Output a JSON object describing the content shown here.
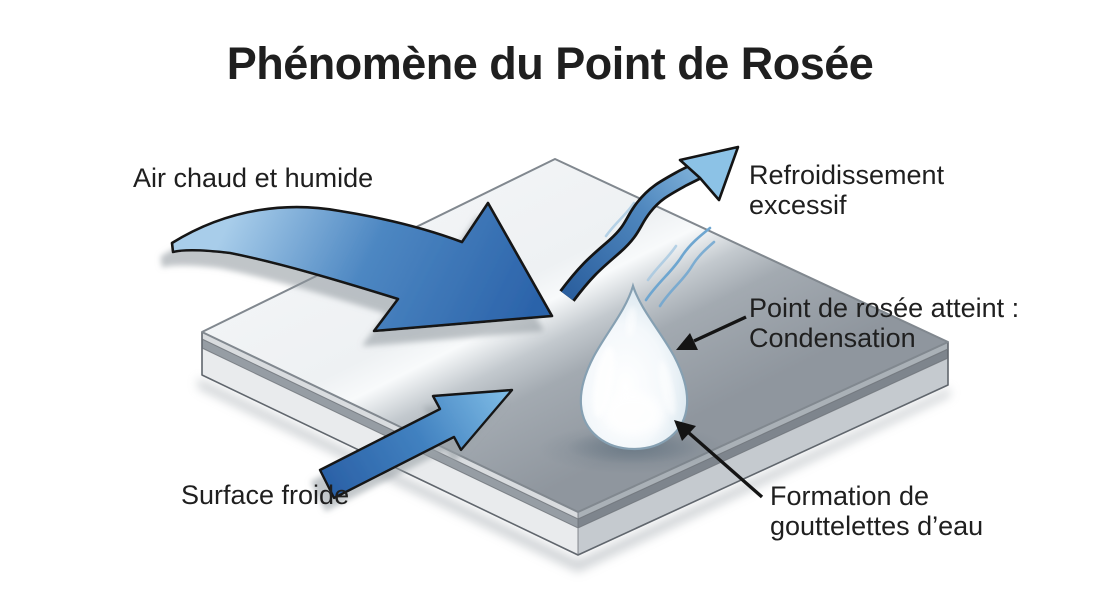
{
  "title": "Phénomène du Point de Rosée",
  "labels": {
    "warm_air": "Air chaud et humide",
    "cooling_line1": "Refroidissement",
    "cooling_line2": "excessif",
    "dewpoint_line1": "Point de rosée atteint :",
    "dewpoint_line2": "Condensation",
    "cold_surface": "Surface froide",
    "droplets_line1": "Formation de",
    "droplets_line2": "gouttelettes d’eau"
  },
  "colors": {
    "background": "#ffffff",
    "text": "#1f1f1f",
    "arrow_blue_dark": "#2b63aa",
    "arrow_blue_mid": "#4d87c2",
    "arrow_blue_light": "#a8cdea",
    "arrow_outline": "#141414",
    "surface_light": "#f2f4f6",
    "surface_dark": "#8f969e",
    "side_light": "#e9ebed",
    "side_stripe": "#7e858d",
    "droplet_rim": "#86a0b2"
  }
}
